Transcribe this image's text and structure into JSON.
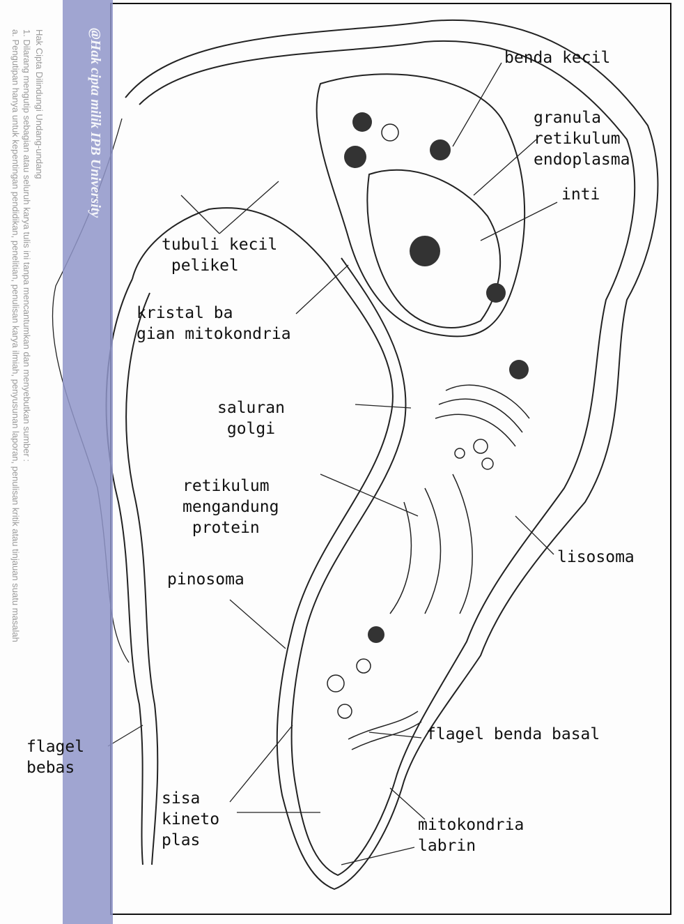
{
  "watermark": "@Hak cipta milik IPB University",
  "notice": {
    "line1": "Hak Cipta Dilindungi Undang-undang",
    "line2": "1. Dilarang mengutip sebagian atau seluruh karya tulis ini tanpa mencantumkan dan menyebutkan sumber :",
    "line3": "a. Pengutipan hanya untuk kepentingan pendidikan, penelitian, penulisan karya ilmiah, penyusunan laporan, penulisan kritik atau tinjauan suatu masalah"
  },
  "labels": {
    "benda_kecil": "benda kecil",
    "granula_retikulum": "granula\nretikulum\nendoplasma",
    "inti": "inti",
    "tubuli_kecil": "tubuli kecil\n pelikel",
    "kristal": "kristal ba\ngian mitokondria",
    "saluran_golgi": "saluran\n golgi",
    "retikulum_protein": "retikulum\nmengandung\n protein",
    "lisosoma": "lisosoma",
    "pinosoma": "pinosoma",
    "flagel_bebas": "flagel\nbebas",
    "flagel_benda_basal": "flagel benda basal",
    "sisa_kinetoplas": "sisa\nkineto\nplas",
    "mitokondria_labrin": "mitokondria\nlabrin"
  }
}
